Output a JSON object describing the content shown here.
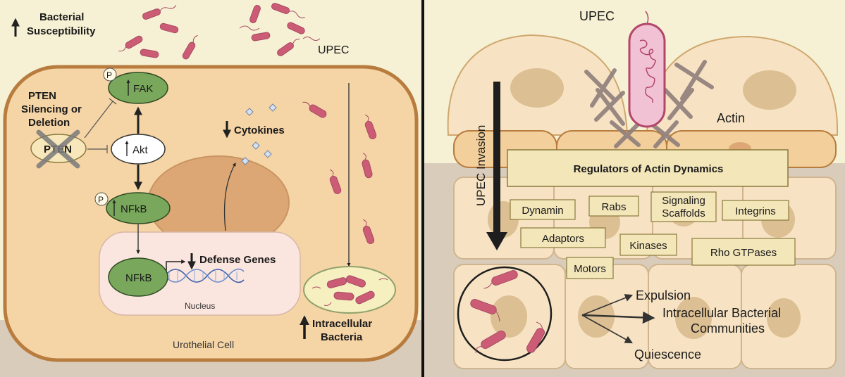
{
  "left_panel": {
    "bacterial_susceptibility": [
      "Bacterial",
      "Susceptibility"
    ],
    "upec_label": "UPEC",
    "pten_note": [
      "PTEN",
      "Silencing or",
      "Deletion"
    ],
    "pten": "PTEN",
    "fak": "FAK",
    "akt": "Akt",
    "nfkb": "NFkB",
    "nfkb_nuclear": "NFkB",
    "phospho": "P",
    "cytokines": "Cytokines",
    "defense_genes": "Defense Genes",
    "nucleus": "Nucleus",
    "cell": "Urothelial Cell",
    "intracellular_bacteria": [
      "Intracellular",
      "Bacteria"
    ]
  },
  "right_panel": {
    "upec_label": "UPEC",
    "actin": "Actin",
    "invasion": "UPEC Invasion",
    "regulators_title": "Regulators of Actin Dynamics",
    "regulators": {
      "dynamin": "Dynamin",
      "rabs": "Rabs",
      "signaling": [
        "Signaling",
        "Scaffolds"
      ],
      "integrins": "Integrins",
      "adaptors": "Adaptors",
      "kinases": "Kinases",
      "rho": "Rho GTPases",
      "motors": "Motors"
    },
    "outcomes": {
      "expulsion": "Expulsion",
      "ibc": [
        "Intracellular Bacterial",
        "Communities"
      ],
      "quiescence": "Quiescence"
    }
  },
  "colors": {
    "sky": "#f6f1d4",
    "cytoplasm": "#f5d4a5",
    "membrane": "#b87c3e",
    "tissue": "#d9ccbb",
    "nucleus_left": "#dca775",
    "nucleus_box": "#fbe6df",
    "node_green": "#79a85c",
    "bacterium": "#cc5c76",
    "cell_fill": "#f7e3c3",
    "nucleus_right": "#dcbf93",
    "regulator_box": "#f3e6b9",
    "text": "#1a1a1a"
  }
}
